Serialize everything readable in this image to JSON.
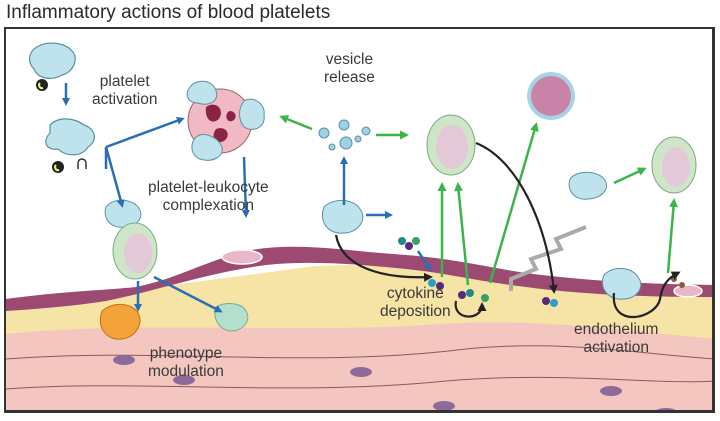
{
  "title": "Inflammatory actions of blood platelets",
  "labels": {
    "platelet_activation": [
      "platelet",
      "activation"
    ],
    "vesicle_release": [
      "vesicle",
      "release"
    ],
    "platelet_leukocyte_complexation": [
      "platelet-leukocyte",
      "complexation"
    ],
    "cytokine_deposition": [
      "cytokine",
      "deposition"
    ],
    "phenotype_modulation": [
      "phenotype",
      "modulation"
    ],
    "endothelium_activation": [
      "endothelium",
      "activation"
    ]
  },
  "colors": {
    "platelet": "#bfe3ec",
    "arrow_blue": "#2a6fb3",
    "arrow_green": "#3cb44a",
    "arrow_black": "#222222",
    "endothelium": "#9c4a72",
    "intima": "#f6e3a6",
    "media": "#f4c6c0",
    "neutrophil": "#f2b8c3",
    "monocyte": "#cfe5c8"
  }
}
